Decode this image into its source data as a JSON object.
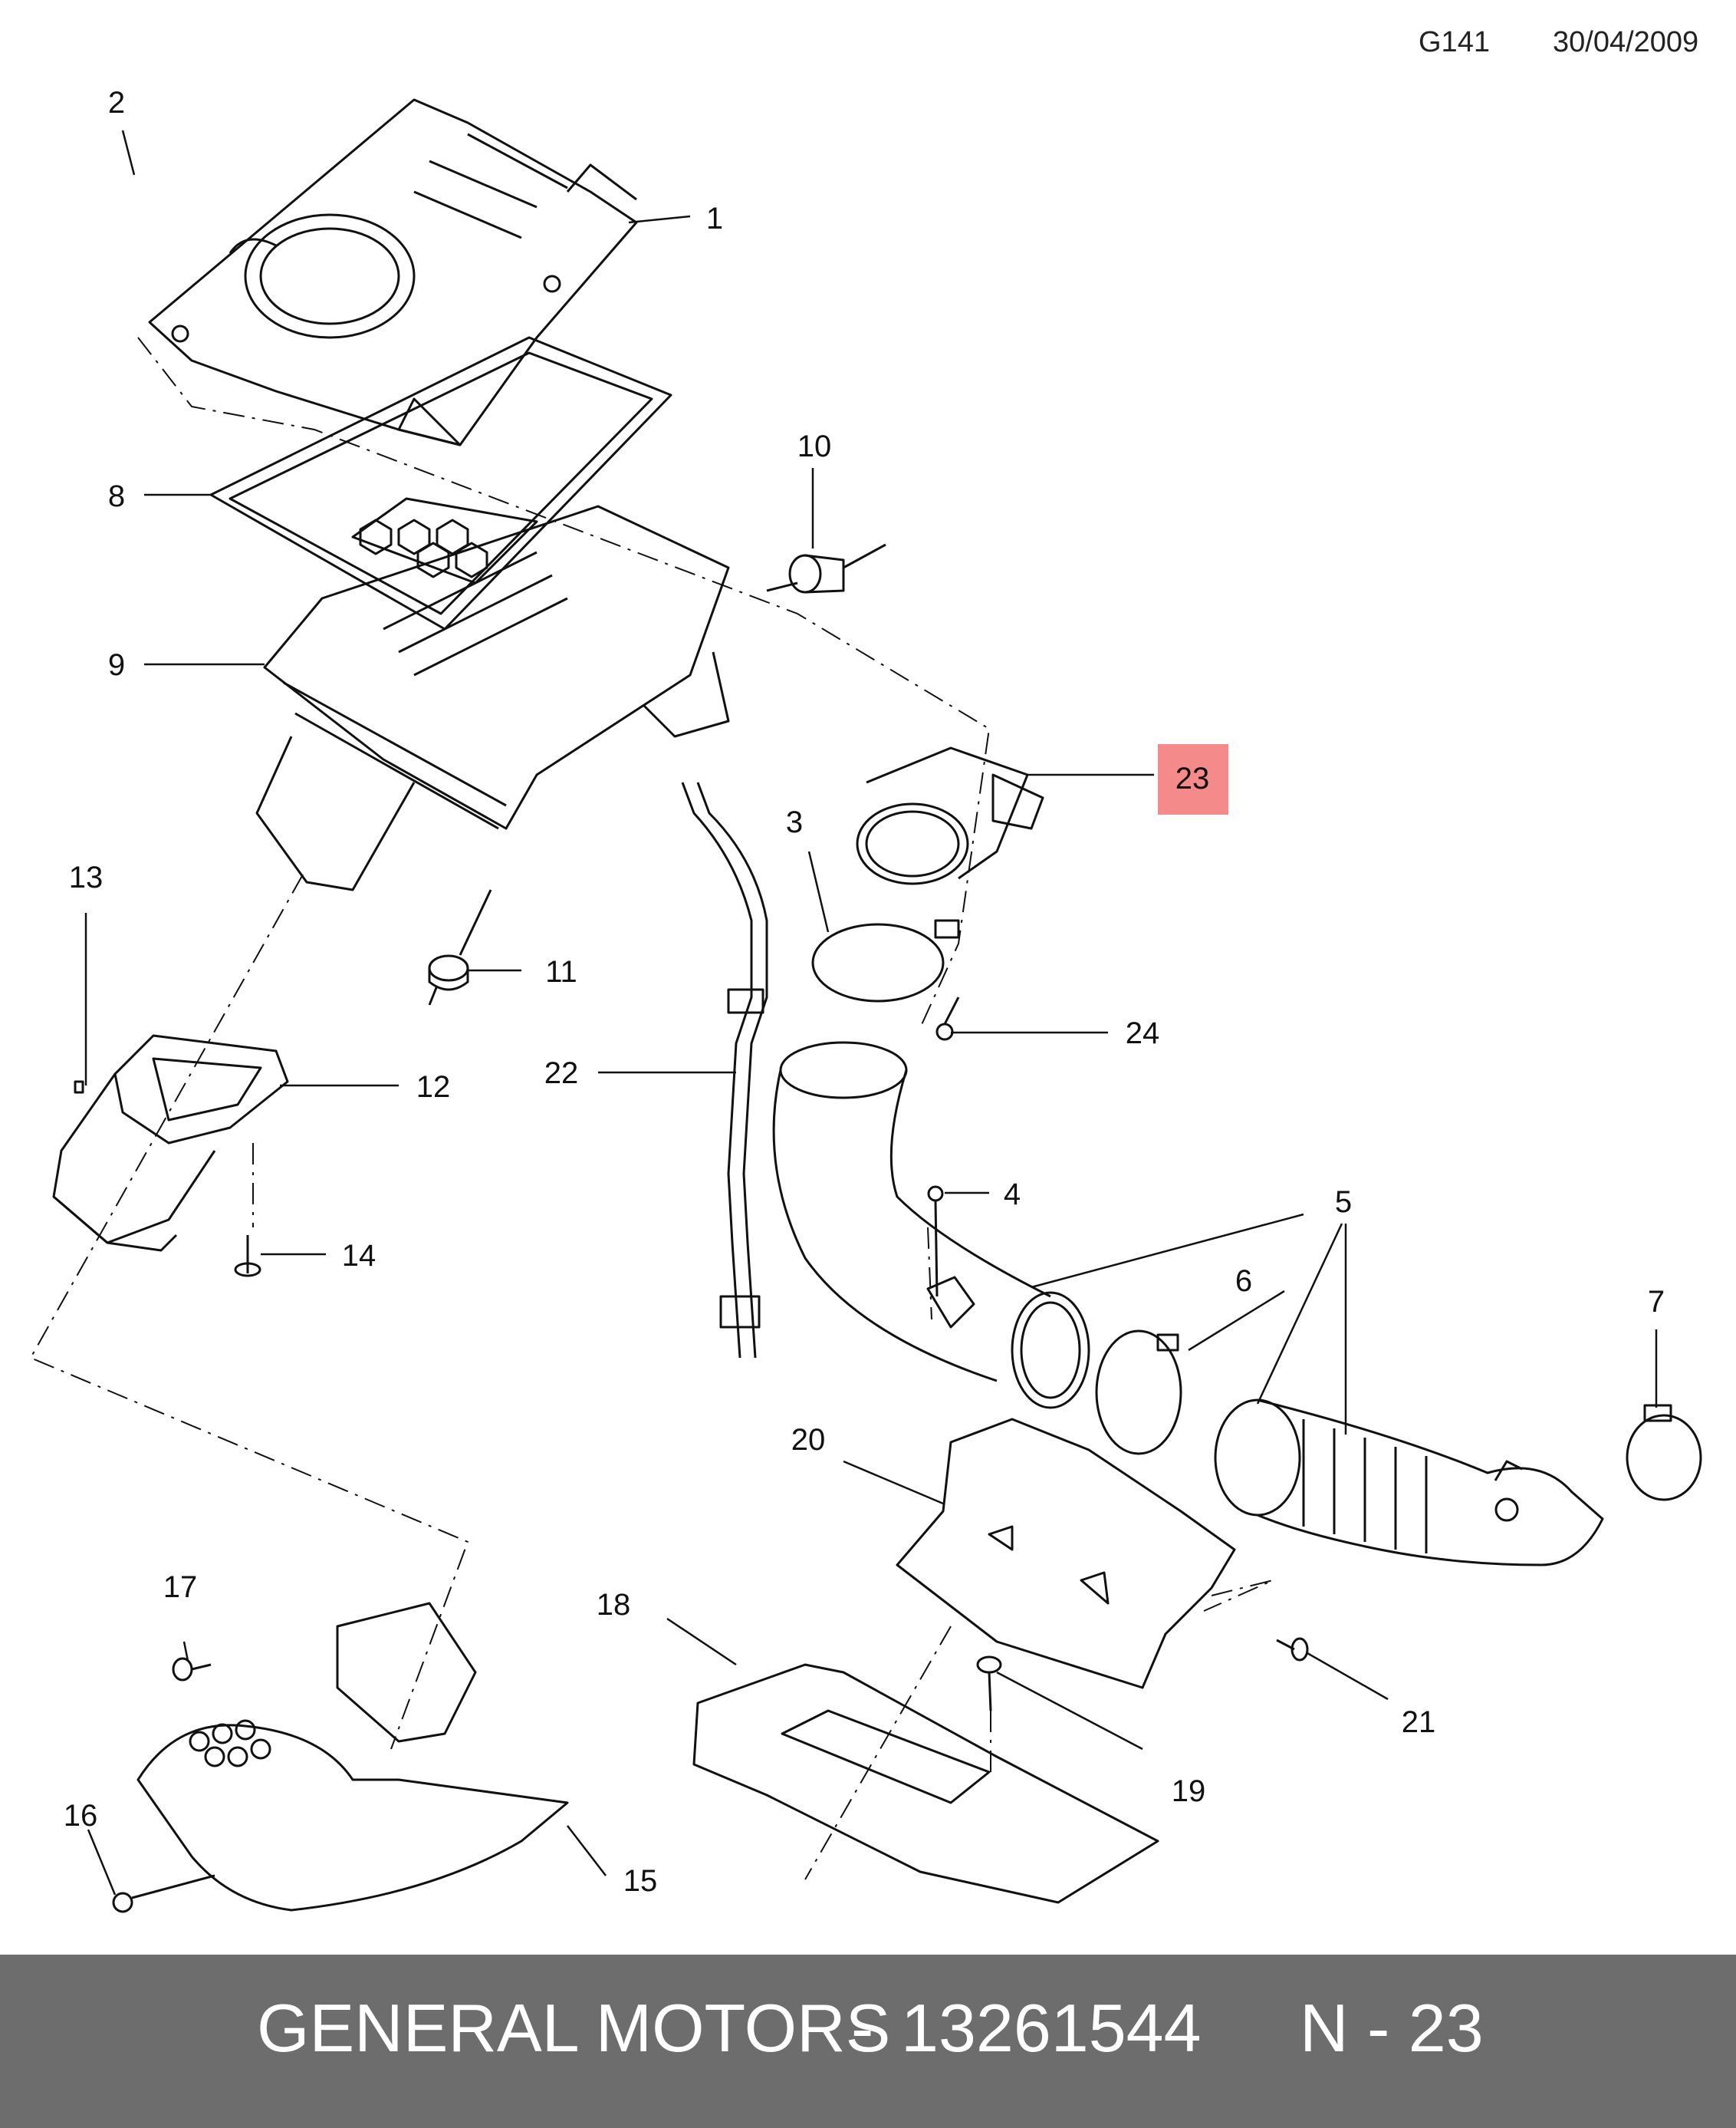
{
  "header": {
    "code": "G141",
    "date": "30/04/2009"
  },
  "callouts": {
    "c1": "1",
    "c2": "2",
    "c3": "3",
    "c4": "4",
    "c5": "5",
    "c6": "6",
    "c7": "7",
    "c8": "8",
    "c9": "9",
    "c10": "10",
    "c11": "11",
    "c12": "12",
    "c13": "13",
    "c14": "14",
    "c15": "15",
    "c16": "16",
    "c17": "17",
    "c18": "18",
    "c19": "19",
    "c20": "20",
    "c21": "21",
    "c22": "22",
    "c23": "23",
    "c24": "24"
  },
  "highlight": {
    "callout": "23",
    "color": "#f48a8a"
  },
  "footer": {
    "brand": "GENERAL MOTORS",
    "separator": "-",
    "part_number": "13261544",
    "ref": "N - 23",
    "background": "#6d6d6d"
  }
}
